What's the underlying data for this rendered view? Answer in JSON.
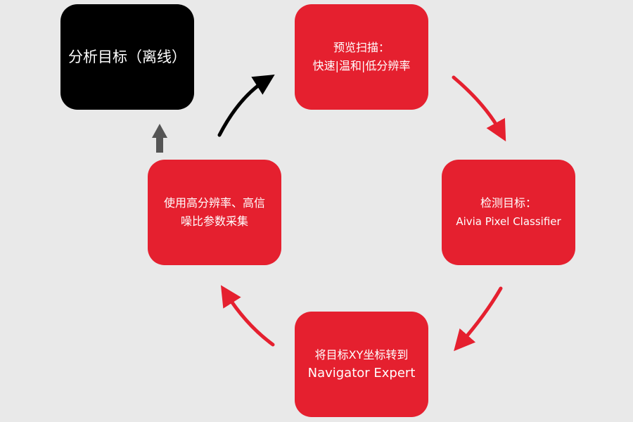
{
  "steps": {
    "analyze": {
      "line1": "分析目标（离线）"
    },
    "preview": {
      "line1": "预览扫描：",
      "line2": "快速|温和|低分辨率"
    },
    "detect": {
      "line1": "检测目标：",
      "line2": "Aivia Pixel Classifier"
    },
    "transfer": {
      "line1": "将目标XY坐标转到",
      "line2": "Navigator Expert"
    },
    "acquire": {
      "line1": "使用高分辨率、高信",
      "line2": "噪比参数采集"
    }
  },
  "colors": {
    "background": "#e9e9e9",
    "step_box": "#e5202f",
    "analysis_box": "#000000",
    "cycle_arrow": "#e5202f",
    "exit_arrow": "#000000",
    "up_arrow": "#555555"
  }
}
